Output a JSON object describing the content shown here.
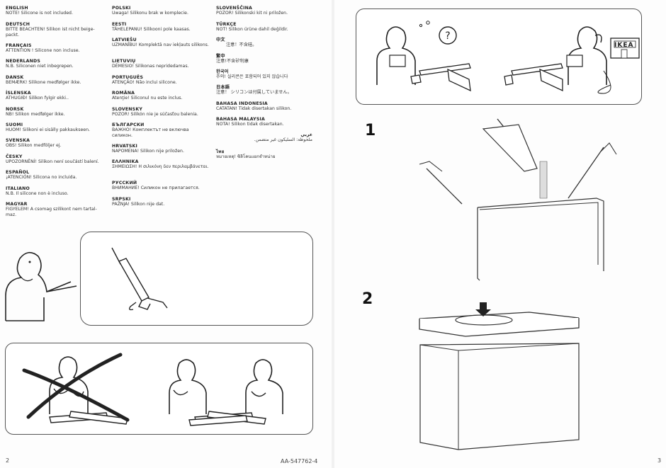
{
  "languages": [
    {
      "name": "ENGLISH",
      "text": "NOTE! Silicone is not included."
    },
    {
      "name": "DEUTSCH",
      "text": "BITTE BEACHTEN! Silikon ist nicht beige-packt."
    },
    {
      "name": "FRANÇAIS",
      "text": "ATTENTION ! Silicone non incluse."
    },
    {
      "name": "NEDERLANDS",
      "text": "N.B. Siliconen niet inbegrepen."
    },
    {
      "name": "DANSK",
      "text": "BEMÆRK! Silikone medfølger ikke."
    },
    {
      "name": "ÍSLENSKA",
      "text": "ATHUGIÐ! Silikon fylgir ekki.."
    },
    {
      "name": "NORSK",
      "text": "NB! Silikon medfølger ikke."
    },
    {
      "name": "SUOMI",
      "text": "HUOM! Silikoni ei sisälly pakkaukseen."
    },
    {
      "name": "SVENSKA",
      "text": "OBS! Silikon medföljer ej."
    },
    {
      "name": "ČESKY",
      "text": "UPOZORNĚNÍ! Silikon není součástí balení."
    },
    {
      "name": "ESPAÑOL",
      "text": "¡ATENCIÓN! Silicona no incluida."
    },
    {
      "name": "ITALIANO",
      "text": "N.B. Il silicone non è incluso."
    },
    {
      "name": "MAGYAR",
      "text": "FIGYELEM! A csomag szilikont nem tartal-maz."
    },
    {
      "name": "POLSKI",
      "text": "Uwaga! Silikonu brak w komplecie."
    },
    {
      "name": "EESTI",
      "text": "TÄHELEPANU! Silikooni pole kaasas."
    },
    {
      "name": "LATVIEŠU",
      "text": "UZMANĪBU! Komplektā nav iekļauts silikons."
    },
    {
      "name": "LIETUVIŲ",
      "text": "DĖMESIO! Silikonas nepridedamas."
    },
    {
      "name": "PORTUGUÊS",
      "text": "ATENÇÃO! Não inclui silicone."
    },
    {
      "name": "ROMÂNA",
      "text": "Atenţie! Siliconul nu este inclus."
    },
    {
      "name": "SLOVENSKY",
      "text": "POZOR! Silikón nie je súčasťou balenia."
    },
    {
      "name": "БЪЛГАРСКИ",
      "text": "ВАЖНО! Комплектът не включва силикон."
    },
    {
      "name": "HRVATSKI",
      "text": "NAPOMENA! Silikon nije priložen."
    },
    {
      "name": "ΕΛΛΗΝΙΚΑ",
      "text": "ΣΗΜΕΙΩΣΗ! Η σιλικόνη δεν περιλαμβάνεται."
    },
    {
      "name": "РУССКИЙ",
      "text": "ВНИМАНИЕ! Силикон не прилагается."
    },
    {
      "name": "SRPSKI",
      "text": "PAŽNJA! Silikon nije dat."
    },
    {
      "name": "SLOVENŠČINA",
      "text": "POZOR! Silikonski kit ni priložen."
    },
    {
      "name": "TÜRKÇE",
      "text": "NOT! Silikon ürüne dahil değildir."
    },
    {
      "name": "中文",
      "text": "注意！不含硅。"
    },
    {
      "name": "繁中",
      "text": "注意!不含矽利康"
    },
    {
      "name": "한국어",
      "text": "주의! 실리콘은 포함되어 있지 않습니다"
    },
    {
      "name": "日本語",
      "text": "注意！ シリコンは付属していません。"
    },
    {
      "name": "BAHASA INDONESIA",
      "text": "CATATAN! Tidak disertakan silikon."
    },
    {
      "name": "BAHASA MALAYSIA",
      "text": "NOTA! Silikon tidak disertakan."
    },
    {
      "name": "عربي",
      "text": "ملحوظة: السليكون غير متضمن."
    },
    {
      "name": "ไทย",
      "text": "หมายเหตุ! ซิลิโคนแยกจำหน่าย"
    }
  ],
  "steps": [
    "1",
    "2"
  ],
  "footer": {
    "left_page": "2",
    "doc_code": "AA-547762-4",
    "right_page": "3"
  },
  "sign": {
    "brand": "IKEA"
  },
  "speech_mark": "?",
  "colors": {
    "ink": "#222222",
    "line": "#555555",
    "paper": "#ffffff"
  }
}
